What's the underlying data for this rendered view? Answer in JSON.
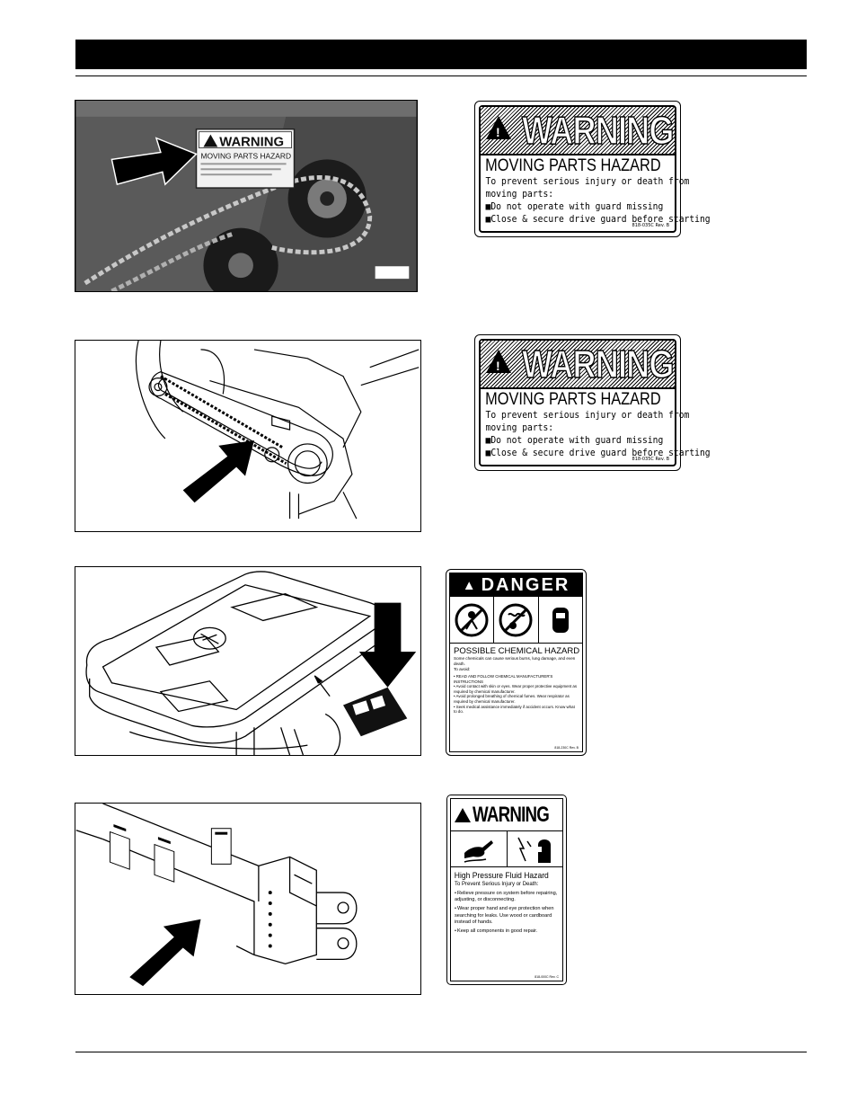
{
  "warning_decal": {
    "signal_word": "WARNING",
    "title": "MOVING PARTS HAZARD",
    "line1": "To prevent serious injury or death from",
    "line2": "moving parts:",
    "bullet1": "Do not operate with guard missing",
    "bullet2": "Close & secure drive guard before starting",
    "code": "818-035C Rev. B"
  },
  "photo_sticker": {
    "signal_word": "WARNING",
    "title": "MOVING PARTS HAZARD"
  },
  "danger_decal": {
    "signal_word": "DANGER",
    "title": "POSSIBLE CHEMICAL HAZARD",
    "intro": "Some chemicals can cause serious burns, lung damage, and even death.",
    "to_avoid": "To avoid:",
    "items": [
      "READ AND FOLLOW CHEMICAL MANUFACTURER'S INSTRUCTIONS",
      "Avoid contact with skin or eyes. Wear proper protective equipment as required by chemical manufacturer.",
      "Avoid prolonged breathing of chemical fumes. Wear respirator as required by chemical manufacturer.",
      "Seek medical assistance immediately if accident occurs. Know what to do."
    ],
    "code": "818-230C Rev. B"
  },
  "pressure_decal": {
    "signal_word": "WARNING",
    "title": "High Pressure Fluid Hazard",
    "subtitle": "To Prevent Serious Injury or Death:",
    "items": [
      "Relieve pressure on system before repairing, adjusting, or disconnecting.",
      "Wear proper hand and eye protection when searching for leaks. Use wood or cardboard instead of hands.",
      "Keep all components in good repair."
    ],
    "code": "818-000C Rev. C"
  },
  "colors": {
    "ink": "#000000",
    "paper": "#ffffff",
    "photo_dark": "#2b2b2b"
  }
}
